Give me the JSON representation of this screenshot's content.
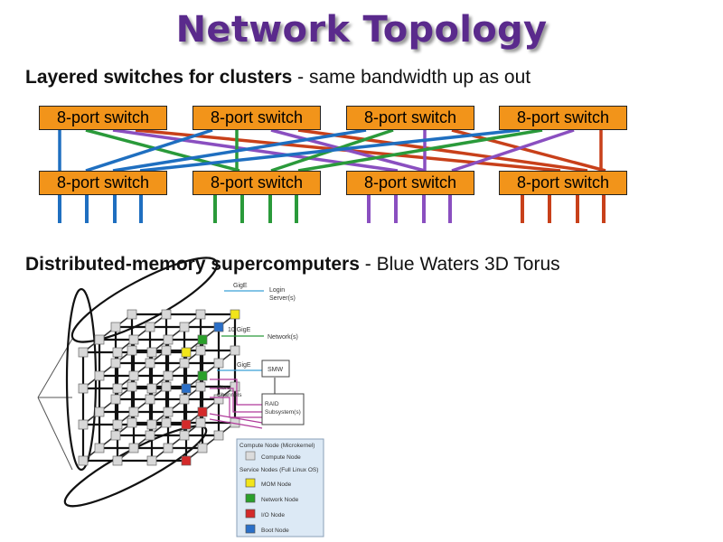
{
  "title": "Network Topology",
  "section1": {
    "heading_bold": "Layered switches for clusters",
    "heading_rest": " - same bandwidth up as out"
  },
  "switches": {
    "top": [
      "8-port switch",
      "8-port switch",
      "8-port switch",
      "8-port switch"
    ],
    "bottom": [
      "8-port switch",
      "8-port switch",
      "8-port switch",
      "8-port switch"
    ]
  },
  "section2": {
    "heading_bold": "Distributed-memory supercomputers",
    "heading_rest": " - Blue Waters 3D Torus"
  },
  "torus": {
    "links": {
      "gige_top": "GigE",
      "login": [
        "Login",
        "Server(s)"
      ],
      "tengige": "10 GigE",
      "network": "Network(s)",
      "gige_smw": "GigE",
      "smw": "SMW",
      "fibre": [
        "Fibre",
        "Channels"
      ],
      "raid": [
        "RAID",
        "Subsystem(s)"
      ]
    },
    "legend": {
      "title": "Compute Node (Microkernel)",
      "compute": "Compute Node",
      "service_title": "Service Nodes (Full Linux OS)",
      "items": [
        {
          "label": "MOM Node",
          "color": "#f2e51a"
        },
        {
          "label": "Network Node",
          "color": "#2aa02a"
        },
        {
          "label": "I/O Node",
          "color": "#d42a2a"
        },
        {
          "label": "Boot Node",
          "color": "#2a6fc8"
        }
      ]
    }
  },
  "colors": {
    "blue": "#1f6fc0",
    "green": "#2a9a3a",
    "purple": "#8a4fc0",
    "red": "#c8401a",
    "switch": "#f2941a",
    "title": "#5a2a8c"
  }
}
